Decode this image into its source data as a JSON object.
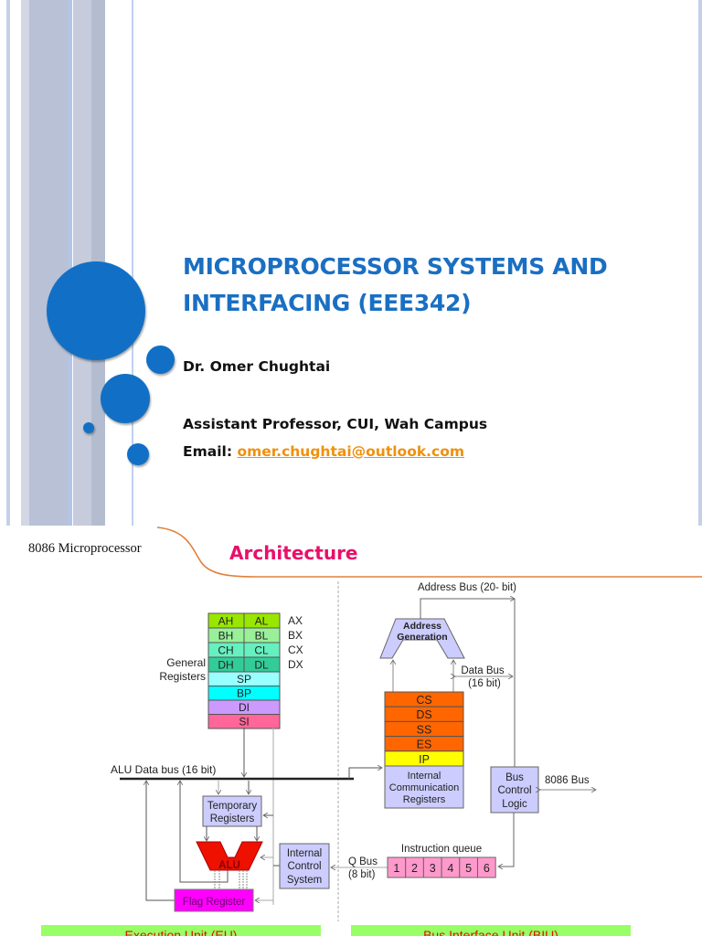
{
  "title_slide": {
    "title_line1": "MICROPROCESSOR SYSTEMS AND",
    "title_line2": "INTERFACING (EEE342)",
    "author": "Dr. Omer Chughtai",
    "position": "Assistant Professor, CUI, Wah Campus",
    "email_label": "Email:",
    "email": "omer.chughtai@outlook.com",
    "accent_color": "#1a6fc2",
    "link_color": "#f0900c"
  },
  "arch_slide": {
    "header_left": "8086 Microprocessor",
    "header_title": "Architecture",
    "header_title_color": "#e8106a",
    "eu": {
      "general_registers_label": [
        "General",
        "Registers"
      ],
      "register_pairs": [
        {
          "high": "AH",
          "low": "AL",
          "name": "AX",
          "color": "#99e600"
        },
        {
          "high": "BH",
          "low": "BL",
          "name": "BX",
          "color": "#99f099"
        },
        {
          "high": "CH",
          "low": "CL",
          "name": "CX",
          "color": "#66f0c0"
        },
        {
          "high": "DH",
          "low": "DL",
          "name": "DX",
          "color": "#33cc99"
        }
      ],
      "pointer_registers": [
        {
          "name": "SP",
          "color": "#99ffff"
        },
        {
          "name": "BP",
          "color": "#00ffff"
        },
        {
          "name": "DI",
          "color": "#cc99ff"
        },
        {
          "name": "SI",
          "color": "#ff6699"
        }
      ],
      "alu_bus_label": "ALU Data bus (16 bit)",
      "temporary_registers": [
        "Temporary",
        "Registers"
      ],
      "alu": "ALU",
      "flag_register": "Flag Register",
      "internal_control": [
        "Internal",
        "Control",
        "System"
      ],
      "unit_label": "Execution Unit (EU)"
    },
    "biu": {
      "address_bus_label": "Address Bus (20- bit)",
      "address_generation": [
        "Address",
        "Generation"
      ],
      "data_bus_label": [
        "Data Bus",
        "(16 bit)"
      ],
      "segment_registers": [
        {
          "name": "CS",
          "color": "#ff6600"
        },
        {
          "name": "DS",
          "color": "#ff6600"
        },
        {
          "name": "SS",
          "color": "#ff6600"
        },
        {
          "name": "ES",
          "color": "#ff6600"
        },
        {
          "name": "IP",
          "color": "#ffff00"
        }
      ],
      "internal_comm": [
        "Internal",
        "Communication",
        "Registers"
      ],
      "bus_control": [
        "Bus",
        "Control",
        "Logic"
      ],
      "external_bus_label": "8086 Bus",
      "instruction_queue_label": "Instruction queue",
      "queue_cells": [
        "1",
        "2",
        "3",
        "4",
        "5",
        "6"
      ],
      "q_bus_label": [
        "Q Bus",
        "(8 bit)"
      ],
      "unit_label": "Bus Interface Unit (BIU)"
    }
  }
}
